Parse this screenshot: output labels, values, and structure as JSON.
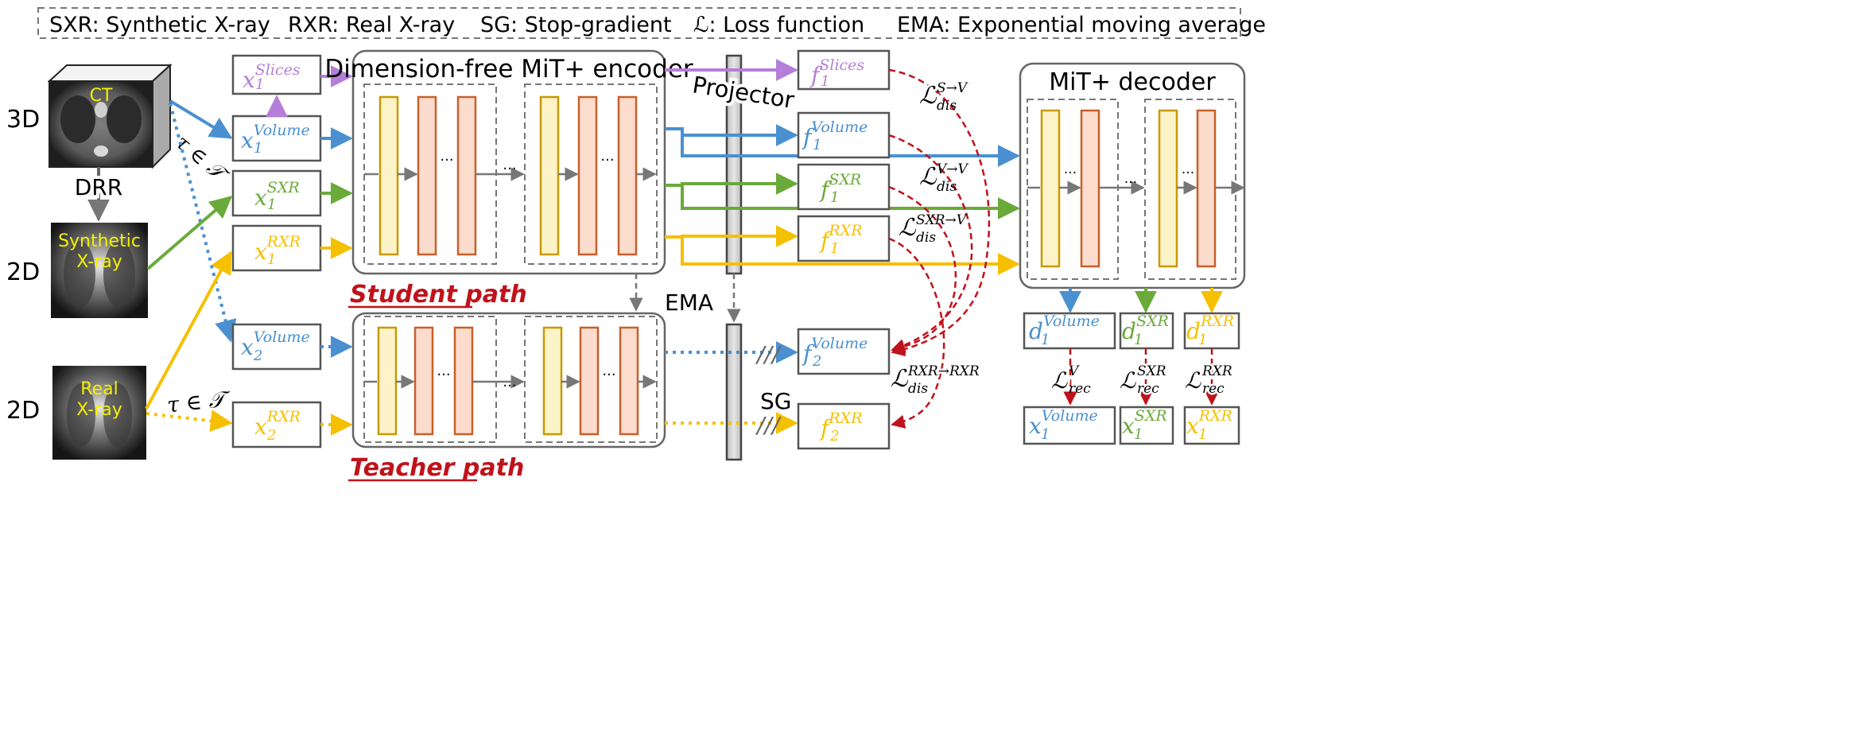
{
  "legend": {
    "sxr": "SXR: Synthetic X-ray",
    "rxr": "RXR: Real X-ray",
    "sg": "SG: Stop-gradient",
    "loss": "ℒ: Loss function",
    "ema": "EMA: Exponential moving average"
  },
  "rows": {
    "r3d": "3D",
    "r2d_a": "2D",
    "r2d_b": "2D"
  },
  "images": {
    "ct": "CT",
    "syn1": "Synthetic",
    "syn2": "X-ray",
    "real1": "Real",
    "real2": "X-ray",
    "drr": "DRR"
  },
  "tau": "τ ∈ 𝒯",
  "inputs": {
    "x": "x",
    "x_slices_sup": "Slices",
    "x_slices_sub": "1",
    "x_volume_sup": "Volume",
    "x_volume_sub": "1",
    "x_sxr_sup": "SXR",
    "x_sxr_sub": "1",
    "x_rxr_sup": "RXR",
    "x_rxr_sub": "1",
    "x2_volume_sup": "Volume",
    "x2_volume_sub": "2",
    "x2_rxr_sup": "RXR",
    "x2_rxr_sub": "2"
  },
  "encoder": {
    "title": "Dimension-free MiT+ encoder",
    "dots": "..."
  },
  "projector": "Projector",
  "features": {
    "f": "f",
    "f_slices_sup": "Slices",
    "f_slices_sub": "1",
    "f_volume_sup": "Volume",
    "f_volume_sub": "1",
    "f_sxr_sup": "SXR",
    "f_sxr_sub": "1",
    "f_rxr_sup": "RXR",
    "f_rxr_sub": "1",
    "f2_volume_sup": "Volume",
    "f2_volume_sub": "2",
    "f2_rxr_sup": "RXR",
    "f2_rxr_sub": "2"
  },
  "losses": {
    "L": "ℒ",
    "dis": "dis",
    "rec": "rec",
    "s2v": "S→V",
    "v2v": "V→V",
    "sxr2v": "SXR→V",
    "rxr2rxr": "RXR→RXR",
    "rec_v": "V",
    "rec_sxr": "SXR",
    "rec_rxr": "RXR"
  },
  "decoder": {
    "title": "MiT+ decoder",
    "d": "d",
    "d_volume_sup": "Volume",
    "d_sxr_sup": "SXR",
    "d_rxr_sup": "RXR",
    "d_sub": "1",
    "x": "x",
    "out_volume_sup": "Volume",
    "out_sxr_sup": "SXR",
    "out_rxr_sup": "RXR",
    "out_sub": "1"
  },
  "paths": {
    "student": "Student path",
    "teacher": "Teacher path",
    "ema": "EMA",
    "sg": "SG",
    "sg_marks": "///"
  },
  "colors": {
    "purple": "#b57ed8",
    "blue": "#4a90d0",
    "green": "#6aaa3a",
    "yellow": "#f5c000",
    "red": "#c0121b",
    "gray": "#777777",
    "block_yellow_fill": "#fdf3c9",
    "block_yellow_stroke": "#c89a00",
    "block_orange_fill": "#fbdccd",
    "block_orange_stroke": "#c8602a"
  }
}
